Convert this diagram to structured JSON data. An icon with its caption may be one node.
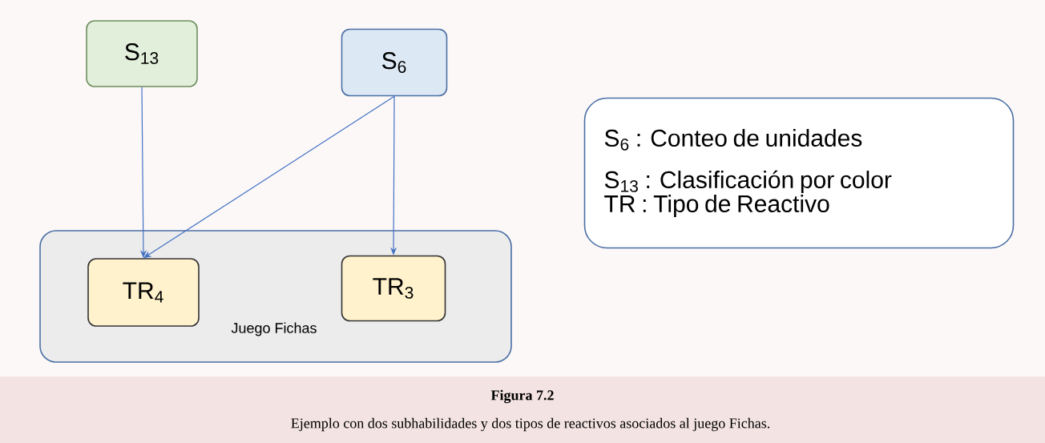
{
  "diagram": {
    "title": "Figura 7.2",
    "caption": "Ejemplo con dos subhabilidades y dos tipos de reactivos asociados al juego Fichas.",
    "nodes": [
      {
        "text": [
          "S$_{13}$"
        ]
      },
      {
        "text": [
          "S$_{6}$"
        ]
      },
      {
        "text": [
          "Juego Fichas"
        ]
      },
      {
        "text": [
          "TR$_{4}$"
        ],
        "in": 2
      },
      {
        "text": [
          "TR$_{3}$"
        ],
        "in": 2
      },
      {
        "text": [
          "S$_{6}$ : Conteo de unidades",
          "S$_{13}$ : Clasificación por color",
          "TR : Tipo de Reactivo"
        ]
      }
    ],
    "edges": [
      {
        "from": 0,
        "to": 3,
        "arrow": "to"
      },
      {
        "from": 1,
        "to": 3,
        "arrow": "to"
      },
      {
        "from": 1,
        "to": 4,
        "arrow": "to"
      }
    ]
  }
}
